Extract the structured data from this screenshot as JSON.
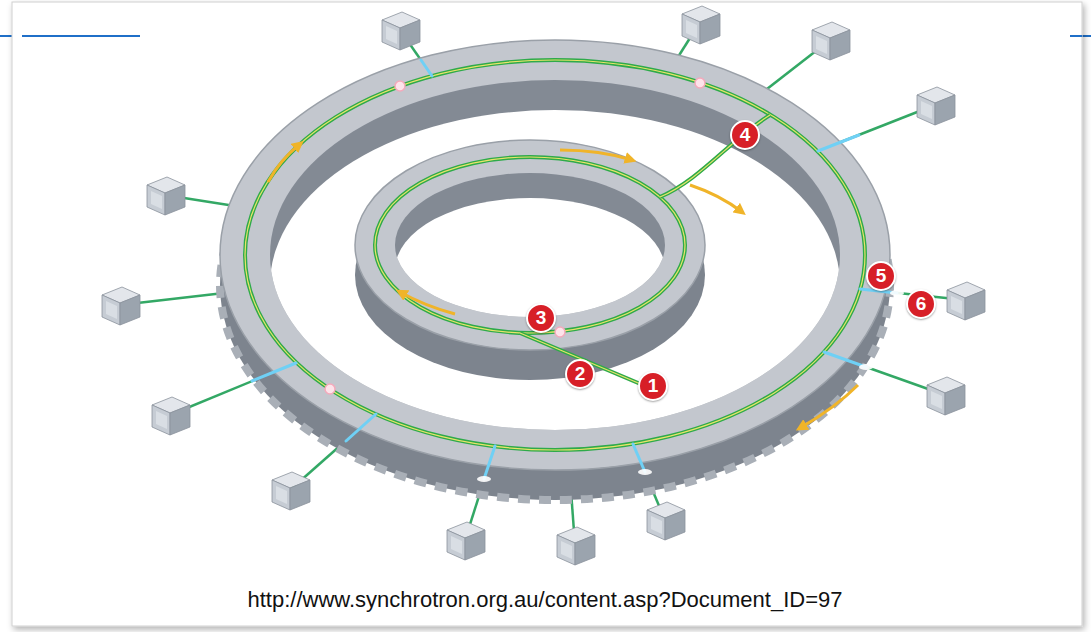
{
  "diagram": {
    "caption": "http://www.synchrotron.org.au/content.asp?Document_ID=97",
    "labels": [
      "1",
      "2",
      "3",
      "4",
      "5",
      "6"
    ]
  }
}
